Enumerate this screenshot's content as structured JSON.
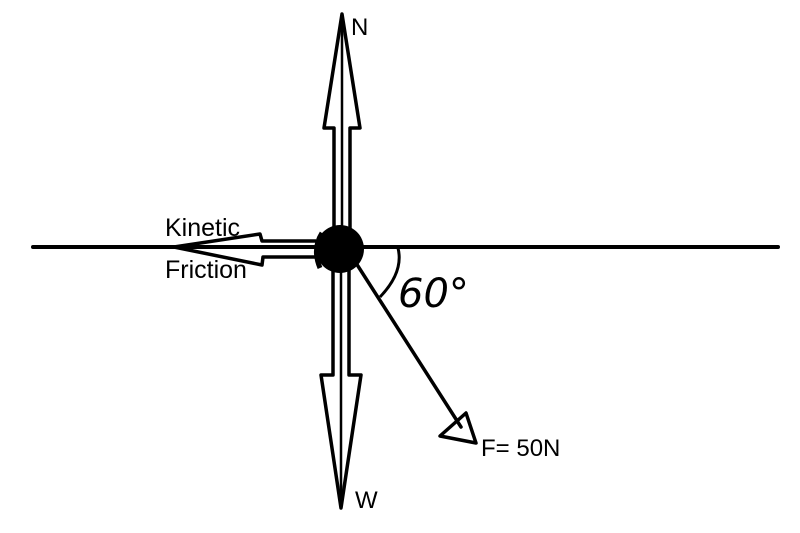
{
  "diagram": {
    "labels": {
      "north": "N",
      "weight": "W",
      "friction_line1": "Kinetic",
      "friction_line2": "Friction",
      "force": "F= 50N",
      "angle": "60°"
    },
    "colors": {
      "ink": "#000000",
      "background": "#ffffff"
    }
  }
}
